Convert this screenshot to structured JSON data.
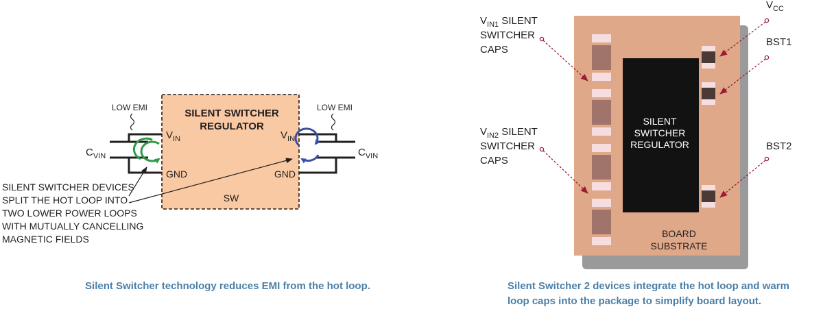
{
  "left": {
    "regulator_title": [
      "SILENT SWITCHER",
      "REGULATOR"
    ],
    "low_emi_left": "LOW EMI",
    "low_emi_right": "LOW EMI",
    "vin_left": {
      "main": "V",
      "sub": "IN"
    },
    "vin_right": {
      "main": "V",
      "sub": "IN"
    },
    "gnd_left": "GND",
    "gnd_right": "GND",
    "sw": "SW",
    "cvin_left": {
      "main": "C",
      "sub": "VIN"
    },
    "cvin_right": {
      "main": "C",
      "sub": "VIN"
    },
    "note_lines": [
      "SILENT SWITCHER DEVICES",
      "SPLIT THE HOT LOOP INTO",
      "TWO LOWER POWER LOOPS",
      "WITH MUTUALLY CANCELLING",
      "MAGNETIC FIELDS"
    ],
    "caption": "Silent Switcher technology reduces EMI from the hot loop.",
    "colors": {
      "regulator_fill": "#f9c9a3",
      "loop_left": "#2e9a47",
      "loop_right": "#3a4fa5"
    }
  },
  "right": {
    "vin1_label": {
      "main": "V",
      "sub": "IN1",
      "rest": " SILENT",
      "lines": [
        "SWITCHER",
        "CAPS"
      ]
    },
    "vin2_label": {
      "main": "V",
      "sub": "IN2",
      "rest": " SILENT",
      "lines": [
        "SWITCHER",
        "CAPS"
      ]
    },
    "vcc": {
      "main": "V",
      "sub": "CC"
    },
    "bst1": "BST1",
    "bst2": "BST2",
    "chip_title": [
      "SILENT",
      "SWITCHER",
      "REGULATOR"
    ],
    "board_label": [
      "BOARD",
      "SUBSTRATE"
    ],
    "caption_lines": [
      "Silent Switcher 2 devices integrate the hot loop and warm",
      "loop caps into the package to simplify board layout."
    ],
    "colors": {
      "board": "#dfa888",
      "shadow": "#9a9a9a",
      "chip": "#121212",
      "arrow": "#9c1b36"
    }
  }
}
